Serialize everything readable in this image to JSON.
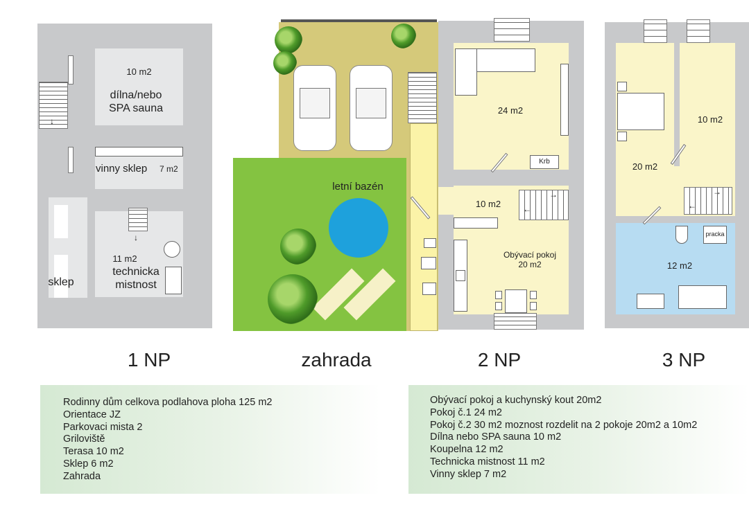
{
  "floors": {
    "np1": {
      "title": "1 NP",
      "workshop_area": "10 m2",
      "workshop_name_line1": "dílna/nebo",
      "workshop_name_line2": "SPA sauna",
      "wine_cellar": "vinny sklep",
      "wine_cellar_area": "7 m2",
      "tech_area": "11 m2",
      "tech_name_line1": "technicka",
      "tech_name_line2": "mistnost",
      "cellar": "sklep"
    },
    "garden": {
      "title": "zahrada",
      "pool": "letní bazén"
    },
    "np2": {
      "title": "2 NP",
      "room_area": "24 m2",
      "fireplace": "Krb",
      "small_room_area": "10 m2",
      "living_name": "Obývací pokoj",
      "living_area": "20 m2"
    },
    "np3": {
      "title": "3 NP",
      "room_small_area": "10 m2",
      "room_large_area": "20 m2",
      "bath_area": "12 m2",
      "washer": "pracka"
    }
  },
  "info_left": [
    "Rodinny dům celkova podlahova ploha  125 m2",
    "Orientace JZ",
    "Parkovaci mista 2",
    "Griloviště",
    "Terasa 10 m2",
    "Sklep 6 m2",
    "Zahrada"
  ],
  "info_right": [
    "Obývací pokoj a kuchynský kout 20m2",
    "Pokoj č.1  24 m2",
    "Pokoj č.2  30 m2 moznost rozdelit na 2 pokoje 20m2  a 10m2",
    "Dílna  nebo SPA sauna 10 m2",
    "Koupelna 12 m2",
    "Technicka mistnost 11 m2",
    "Vinny sklep 7 m2"
  ],
  "colors": {
    "wall": "#c8c9cb",
    "room": "#e6e7e8",
    "yellow_room": "#faf5c9",
    "bathroom": "#b7dcf2",
    "lawn": "#84c341",
    "pool": "#1ea1dc",
    "terrace": "#d5c97a"
  }
}
